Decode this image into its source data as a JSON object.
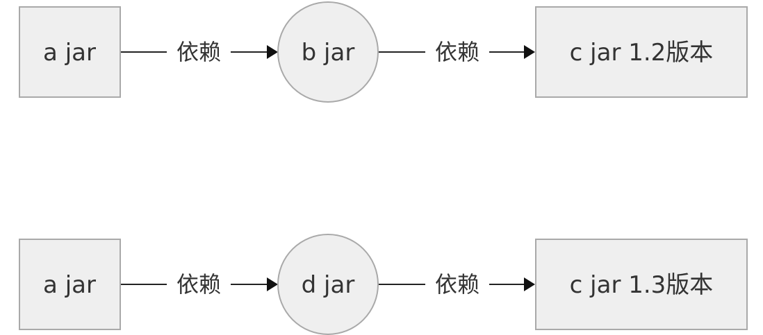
{
  "rows": [
    {
      "source": {
        "label": "a jar",
        "shape": "rect"
      },
      "middle": {
        "label": "b jar",
        "shape": "circle"
      },
      "target": {
        "label": "c jar 1.2版本",
        "shape": "rect"
      },
      "edges": [
        {
          "label": "依赖"
        },
        {
          "label": "依赖"
        }
      ]
    },
    {
      "source": {
        "label": "a jar",
        "shape": "rect"
      },
      "middle": {
        "label": "d jar",
        "shape": "circle"
      },
      "target": {
        "label": "c jar 1.3版本",
        "shape": "rect"
      },
      "edges": [
        {
          "label": "依赖"
        },
        {
          "label": "依赖"
        }
      ]
    }
  ],
  "colors": {
    "node_fill": "#efefef",
    "node_stroke": "#a9a9a9",
    "edge": "#222222",
    "text": "#333333"
  }
}
